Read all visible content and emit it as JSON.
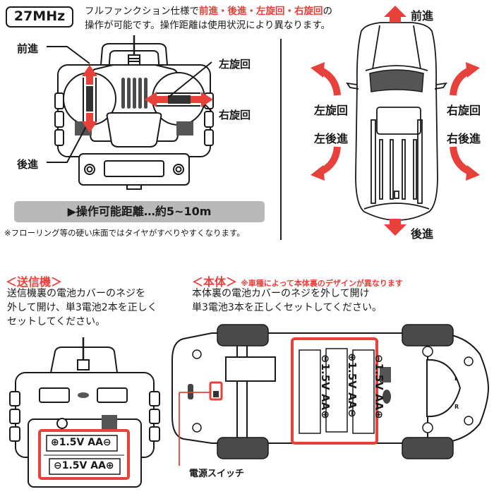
{
  "header": {
    "frequency": "27MHz",
    "intro_line1_prefix": "フルファンクション仕様で",
    "intro_line1_highlight": "前進・後進・左旋回・右旋回",
    "intro_line1_suffix": "の",
    "intro_line2": "操作が可能です。操作距離は使用状況により異なります。"
  },
  "controller_diagram": {
    "labels": {
      "forward": "前進",
      "backward": "後進",
      "turn_left": "左旋回",
      "turn_right": "右旋回"
    },
    "range_bar": "▶操作可能距離…約5~10m",
    "note": "※フローリング等の硬い床面ではタイヤがすべりやすくなります。"
  },
  "car_diagram": {
    "labels": {
      "forward": "前進",
      "backward": "後進",
      "turn_left": "左旋回",
      "turn_right": "右旋回",
      "reverse_left": "左後進",
      "reverse_right": "右後進"
    }
  },
  "transmitter_section": {
    "title": "＜送信機＞",
    "lines": [
      "送信機裏の電池カバーのネジを",
      "外して開け、単3電池2本を正しく",
      "セットしてください。"
    ],
    "batteries": [
      {
        "label": "1.5V AA",
        "left_symbol": "⊕",
        "right_symbol": "⊖"
      },
      {
        "label": "1.5V AA",
        "left_symbol": "⊖",
        "right_symbol": "⊕"
      }
    ]
  },
  "body_section": {
    "title": "＜本体＞",
    "note": "※車種によって本体裏のデザインが異なります",
    "lines": [
      "本体裏の電池カバーのネジを外して開け",
      "単3電池3本を正しくセットしてください。"
    ],
    "batteries": [
      {
        "label": "1.5V AA",
        "top_symbol": "⊖",
        "bottom_symbol": "⊕"
      },
      {
        "label": "1.5V AA",
        "top_symbol": "⊕",
        "bottom_symbol": "⊖"
      },
      {
        "label": "1.5V AA",
        "top_symbol": "⊖",
        "bottom_symbol": "⊕"
      }
    ],
    "power_switch_label": "電源スイッチ",
    "steering_trim": {
      "left": "L",
      "right": "R"
    }
  },
  "colors": {
    "accent_red": "#e8403a",
    "ink": "#1a1a1a",
    "gray_bar": "#b9b9b9",
    "dark_fill": "#4a4a4a"
  }
}
